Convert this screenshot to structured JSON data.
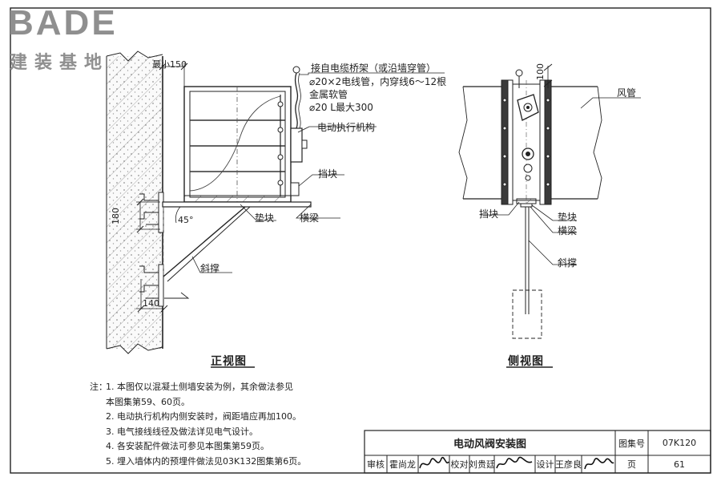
{
  "logo": {
    "word": "BADE",
    "cn": "建装基地"
  },
  "front_view": {
    "title": "正视图",
    "dim_min": "最小150",
    "dim_180": "180",
    "dim_140": "140",
    "angle": "45°",
    "cable_line1": "接自电缆桥架（或沿墙穿管）",
    "cable_line2": "⌀20×2电线管，内穿线6～12根",
    "cable_line3": "金属软管",
    "cable_line4": "⌀20 L最大300",
    "actuator": "电动执行机构",
    "stop_block": "挡块",
    "pad_block": "垫块",
    "beam": "横梁",
    "brace": "斜撑"
  },
  "side_view": {
    "title": "侧视图",
    "dim_100": "100",
    "duct": "风管",
    "stop_block": "挡块",
    "pad_block": "垫块",
    "beam": "横梁",
    "brace": "斜撑"
  },
  "notes": {
    "head": "注：",
    "items": [
      "1. 本图仅以混凝土侧墙安装为例，其余做法参见",
      "本图集第59、60页。",
      "2. 电动执行机构内侧安装时，阀距墙应再加100。",
      "3. 电气接线线径及做法详见电气设计。",
      "4. 各安装配件做法可参见本图集第59页。",
      "5. 埋入墙体内的预埋件做法见03K132图集第6页。"
    ]
  },
  "title_block": {
    "title": "电动风阀安装图",
    "atlas_label": "图集号",
    "atlas_no": "07K120",
    "review_label": "审核",
    "reviewer": "霍尚龙",
    "check_label": "校对",
    "checker": "刘贵廷",
    "design_label": "设计",
    "designer": "王彦良",
    "page_label": "页",
    "page_no": "61"
  }
}
